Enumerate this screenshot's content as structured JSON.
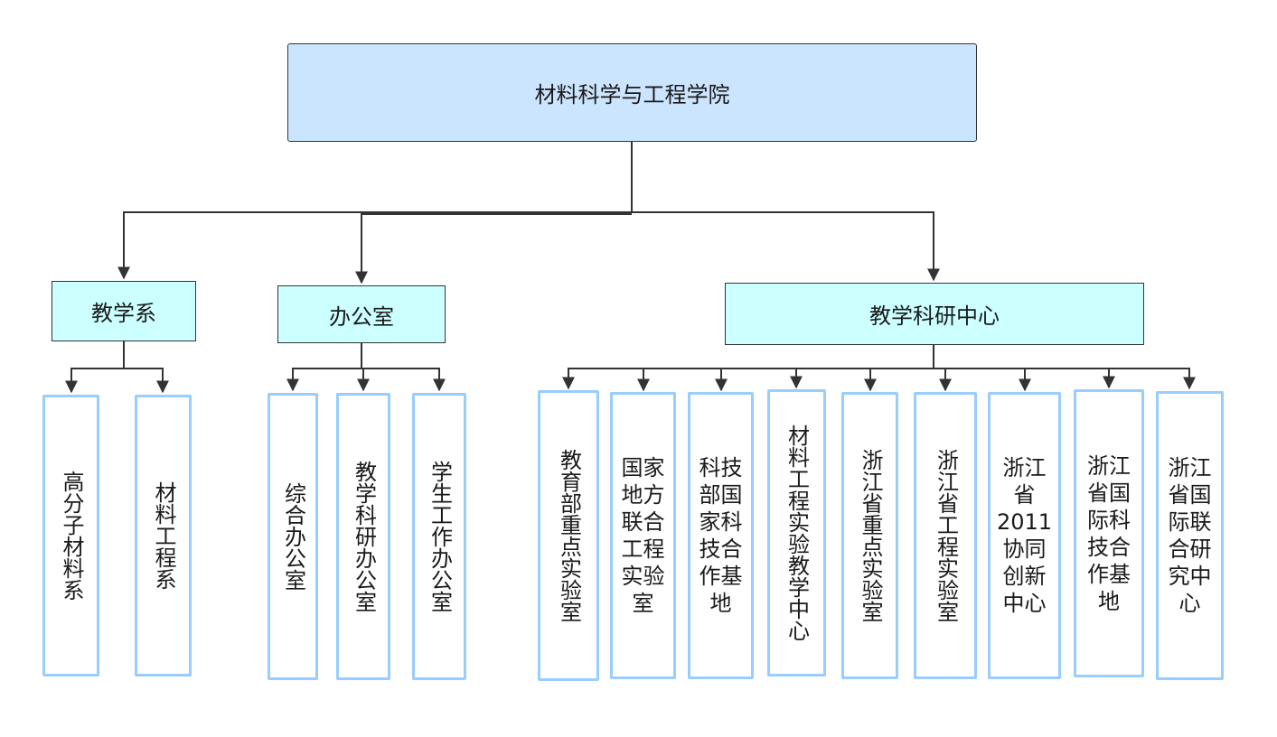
{
  "root": {
    "label": "材料科学与工程学院"
  },
  "departments": [
    {
      "label": "教学系",
      "children": [
        "高分子材料系",
        "材料工程系"
      ]
    },
    {
      "label": "办公室",
      "children": [
        "综合办公室",
        "教学科研办公室",
        "学生工作办公室"
      ]
    },
    {
      "label": "教学科研中心",
      "children": [
        "教育部重点实验室",
        "国家\n地方\n联合\n工程\n实验\n室",
        "科技\n部国\n家科\n技合\n作基\n地",
        "材料工程实验教学中心",
        "浙江省重点实验室",
        "浙江省工程实验室",
        "浙江\n省\n2011\n协同\n创新\n中心",
        "浙江\n省国\n际科\n技合\n作基\n地",
        "浙江\n省国\n际联\n合研\n究中\n心"
      ]
    }
  ],
  "colors": {
    "root_fill": "#cce5ff",
    "department_fill": "#ccffff",
    "leaf_border": "#99ccff",
    "line": "#333333"
  }
}
